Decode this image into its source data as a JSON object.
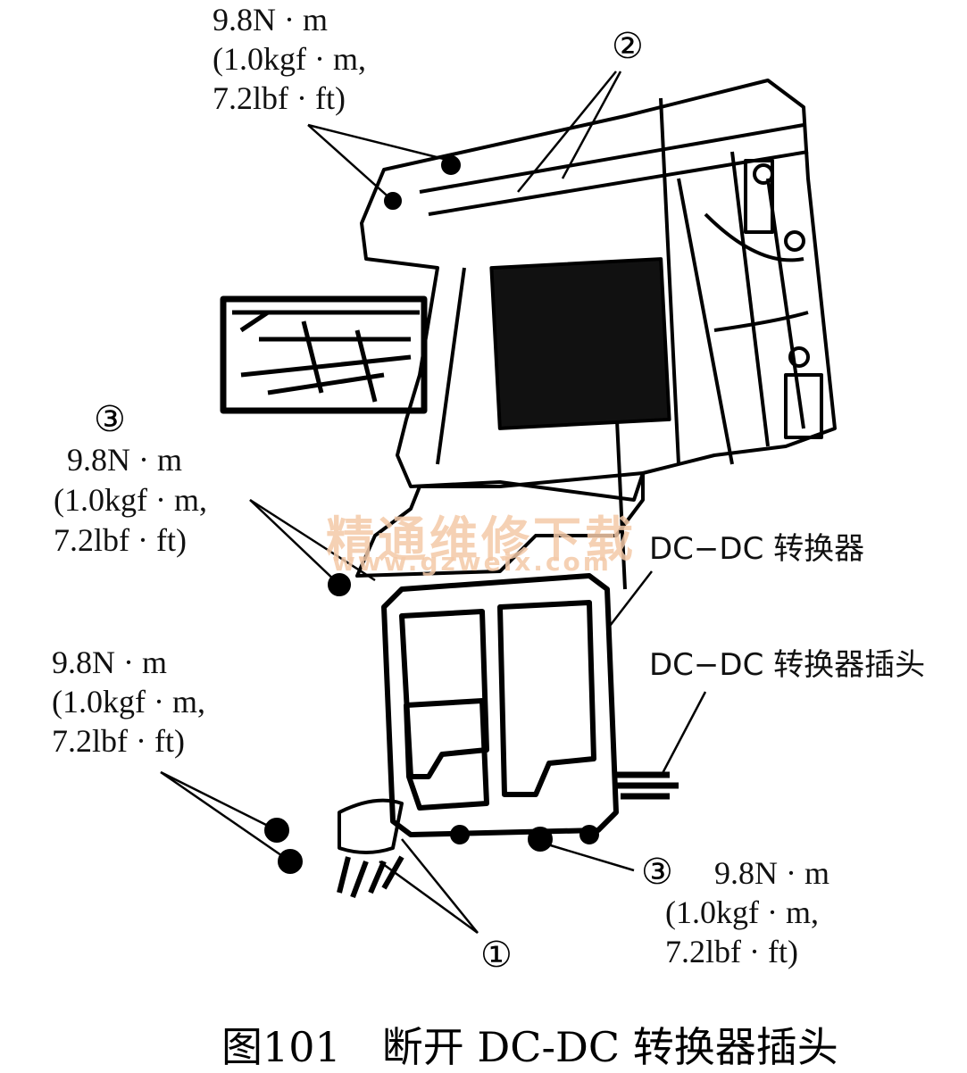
{
  "watermark": {
    "text": "精通维修下载",
    "url": "www.gzweix.com"
  },
  "labels": {
    "torque_top": {
      "line1": "9.8N · m",
      "line2": "(1.0kgf · m,",
      "line3": "7.2lbf · ft)"
    },
    "torque_mid": {
      "line1": "9.8N · m",
      "line2": "(1.0kgf · m,",
      "line3": "7.2lbf · ft)"
    },
    "torque_left": {
      "line1": "9.8N · m",
      "line2": "(1.0kgf · m,",
      "line3": "7.2lbf · ft)"
    },
    "torque_right": {
      "line1": "9.8N · m",
      "line2": "(1.0kgf · m,",
      "line3": "7.2lbf · ft)"
    },
    "callout_1": "①",
    "callout_2": "②",
    "callout_3": "③",
    "converter": "DC−DC 转换器",
    "connector": "DC−DC 转换器插头"
  },
  "caption": "图101　断开 DC-DC 转换器插头"
}
